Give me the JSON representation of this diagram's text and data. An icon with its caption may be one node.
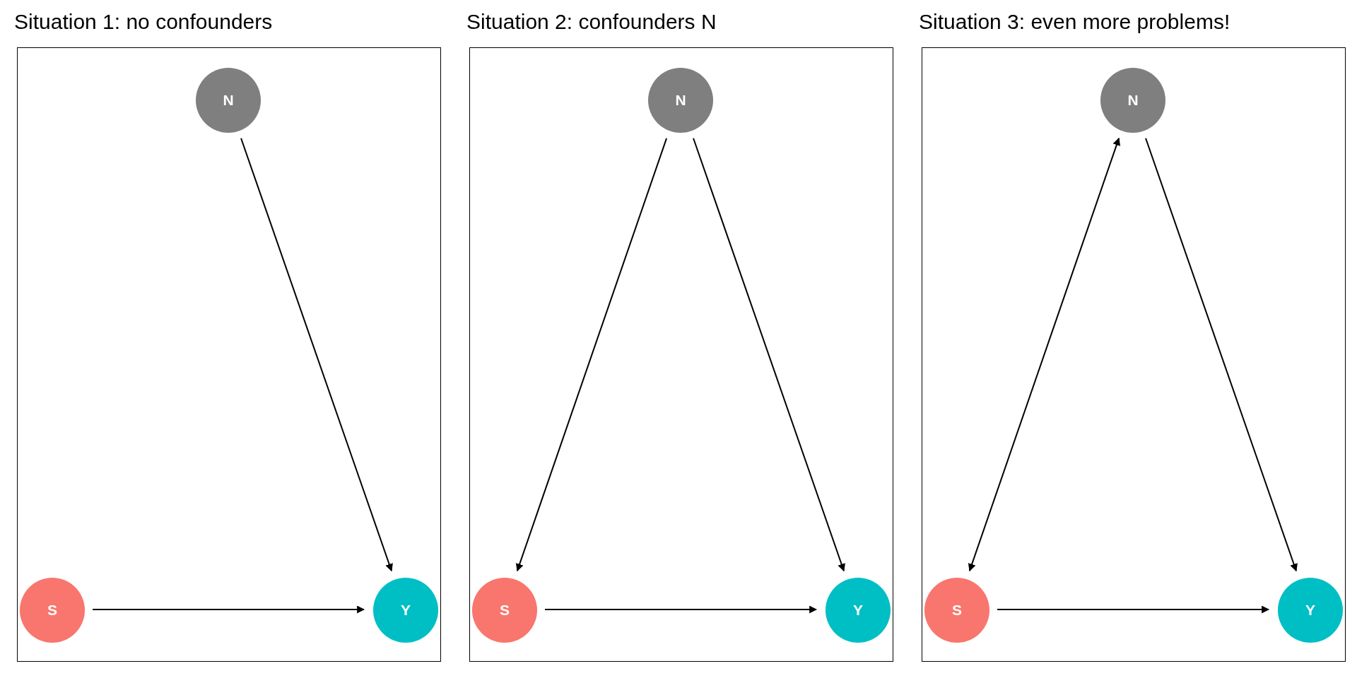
{
  "diagram": {
    "nodes": [
      {
        "text": [
          "Situation 1: no confounders"
        ]
      },
      {
        "text": [
          "N"
        ],
        "in": 0
      },
      {
        "text": [
          "S"
        ],
        "in": 0
      },
      {
        "text": [
          "Y"
        ],
        "in": 0
      },
      {
        "text": [
          "Situation 2: confounders N"
        ]
      },
      {
        "text": [
          "N"
        ],
        "in": 4
      },
      {
        "text": [
          "S"
        ],
        "in": 4
      },
      {
        "text": [
          "Y"
        ],
        "in": 4
      },
      {
        "text": [
          "Situation 3: even more problems!"
        ]
      },
      {
        "text": [
          "N"
        ],
        "in": 8
      },
      {
        "text": [
          "S"
        ],
        "in": 8
      },
      {
        "text": [
          "Y"
        ],
        "in": 8
      }
    ],
    "edges": [
      {
        "from": 1,
        "to": 3,
        "arrow": "to"
      },
      {
        "from": 2,
        "to": 3,
        "arrow": "to"
      },
      {
        "from": 5,
        "to": 6,
        "arrow": "to"
      },
      {
        "from": 5,
        "to": 7,
        "arrow": "to"
      },
      {
        "from": 6,
        "to": 7,
        "arrow": "to"
      },
      {
        "from": 10,
        "to": 9,
        "arrow": "both"
      },
      {
        "from": 9,
        "to": 11,
        "arrow": "to"
      },
      {
        "from": 10,
        "to": 11,
        "arrow": "to"
      }
    ]
  }
}
